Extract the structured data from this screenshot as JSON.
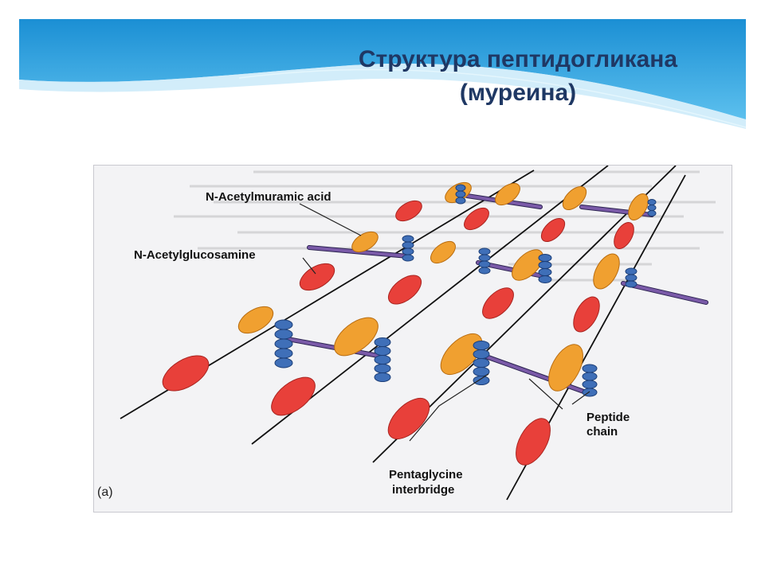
{
  "slide": {
    "title_line1": "Структура пептидогликана",
    "title_line2": "(муреина)"
  },
  "figure": {
    "panel_label": "(a)",
    "labels": {
      "nam": "N-Acetylmuramic acid",
      "nag": "N-Acetylglucosamine",
      "peptide_line1": "Peptide",
      "peptide_line2": "chain",
      "interbridge_line1": "Pentaglycine",
      "interbridge_line2": "interbridge"
    }
  },
  "colors": {
    "nam_orange": "#f0a030",
    "nag_red": "#e8403a",
    "peptide_blue": "#3f6fb8",
    "interbridge_purple": "#7a5aa8",
    "title": "#1f3864",
    "banner_blue": "#1f9ad8"
  }
}
